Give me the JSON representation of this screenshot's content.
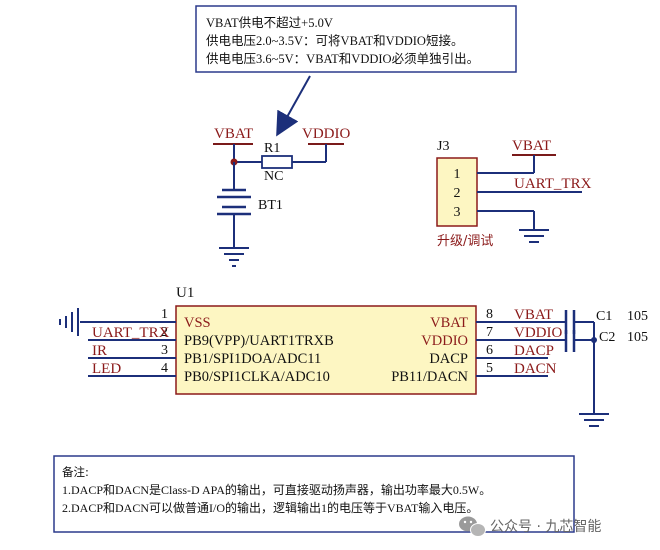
{
  "note_top": {
    "line1": "VBAT供电不超过+5.0V",
    "line2": "供电电压2.0~3.5V：可将VBAT和VDDIO短接。",
    "line3": "供电电压3.6~5V：VBAT和VDDIO必须单独引出。"
  },
  "power_section": {
    "vbat_label": "VBAT",
    "vddio_label": "VDDIO",
    "r1_label": "R1",
    "nc_label": "NC",
    "bt1_label": "BT1"
  },
  "connector": {
    "ref": "J3",
    "vbat_label": "VBAT",
    "pins": [
      "1",
      "2",
      "3"
    ],
    "uart_label": "UART_TRX",
    "caption": "升级/调试"
  },
  "chip": {
    "ref": "U1",
    "left_pins": [
      {
        "num": "1",
        "name": "VSS",
        "net": ""
      },
      {
        "num": "2",
        "name": "PB9(VPP)/UART1TRXB",
        "net": "UART_TRX"
      },
      {
        "num": "3",
        "name": "PB1/SPI1DOA/ADC11",
        "net": "IR"
      },
      {
        "num": "4",
        "name": "PB0/SPI1CLKA/ADC10",
        "net": "LED"
      }
    ],
    "right_pins": [
      {
        "num": "8",
        "name": "VBAT",
        "net": "VBAT"
      },
      {
        "num": "7",
        "name": "VDDIO",
        "net": "VDDIO"
      },
      {
        "num": "6",
        "name": "DACP",
        "net": "DACP"
      },
      {
        "num": "5",
        "name": "PB11/DACN",
        "net": "DACN"
      }
    ]
  },
  "caps": {
    "c1_label": "C1",
    "c1_value": "105",
    "c2_label": "C2",
    "c2_value": "105"
  },
  "note_bottom": {
    "title": "备注:",
    "line1": "1.DACP和DACN是Class-D APA的输出，可直接驱动扬声器，输出功率最大0.5W。",
    "line2": "2.DACP和DACN可以做普通I/O的输出，逻辑输出1的电压等于VBAT输入电压。"
  },
  "watermark": "公众号 · 九芯智能",
  "colors": {
    "wire": "#1c2f7a",
    "net_label": "#8b1a1a",
    "chip_fill": "#fdf6c2",
    "chip_border": "#8b1a1a",
    "note_border": "#2b3a8c"
  }
}
